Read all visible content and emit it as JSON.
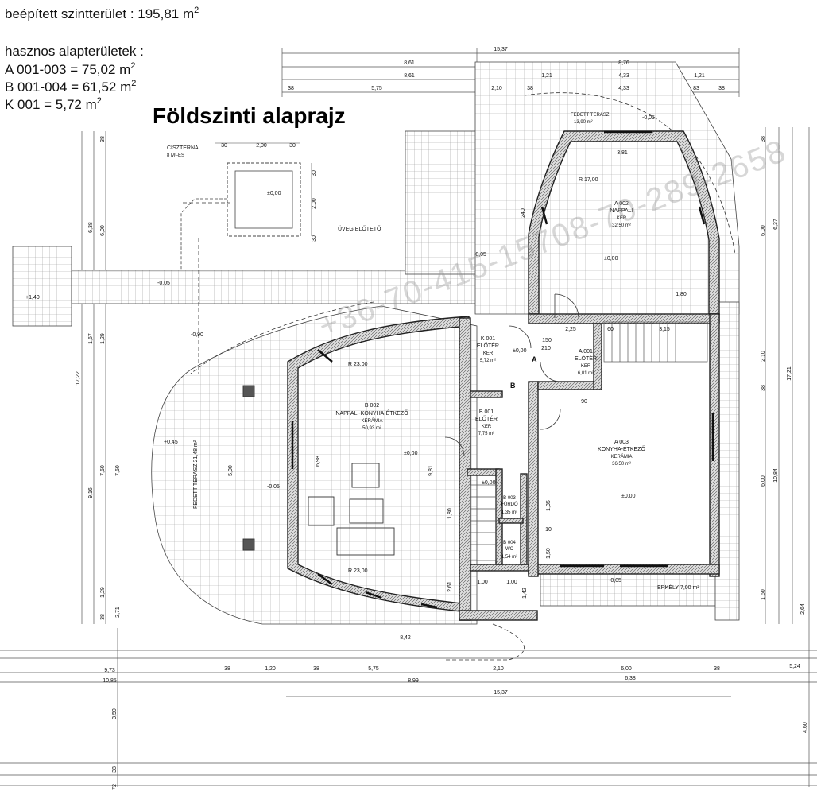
{
  "header": {
    "built_area": "beépített szintterület : 195,81 m",
    "useful_title": "hasznos alapterületek :",
    "area_a": "A 001-003 = 75,02 m",
    "area_b": "B 001-004 = 61,52 m",
    "area_k": "K 001 = 5,72 m",
    "sup": "2"
  },
  "plan_title": "Földszinti alaprajz",
  "watermark": "+36-70-415-15708-70-289-2658",
  "rooms": {
    "a002": {
      "code": "A 002",
      "name": "NAPPALI",
      "floor": "KER",
      "area": "32,50 m²"
    },
    "a001": {
      "code": "A 001",
      "name": "ELŐTÉR",
      "floor": "KER",
      "area": "6,01 m²"
    },
    "a003": {
      "code": "A 003",
      "name": "KONYHA-ÉTKEZŐ",
      "floor": "KERÁMIA",
      "area": "36,50 m²"
    },
    "k001": {
      "code": "K 001",
      "name": "ELŐTÉR",
      "floor": "KER",
      "area": "5,72 m²"
    },
    "b001": {
      "code": "B 001",
      "name": "ELŐTÉR",
      "floor": "KER",
      "area": "7,75 m²"
    },
    "b002": {
      "code": "B 002",
      "name": "NAPPALI-KONYHA-ÉTKEZŐ",
      "floor": "KERÁMIA",
      "area": "50,93 m²"
    },
    "b003": {
      "code": "B 003",
      "name": "FÜRDŐ",
      "area": "1,35 m²"
    },
    "b004": {
      "code": "B 004",
      "name": "WC",
      "area": "1,54 m²"
    }
  },
  "labels": {
    "ciszterna": "CISZTERNA",
    "ciszterna_vol": "8 M³-ES",
    "uveg": "ÜVEG ELŐTETŐ",
    "fedett_terasz": "FEDETT TERASZ",
    "fedett_terasz_area": "13,90 m²",
    "fedett_terasz_left": "FEDETT TERASZ 21,48 m²",
    "erkely": "ERKÉLY 7,00 m²",
    "entry_a": "A",
    "entry_b": "B",
    "r17": "R 17,00",
    "r23a": "R 23,00",
    "r23b": "R 23,00"
  },
  "levels": [
    "±0,00",
    "±0,00",
    "±0,00",
    "±0,00",
    "±0,00",
    "±0,00",
    "-0,05",
    "-0,05",
    "-0,05",
    "-0,05",
    "-0,90",
    "+0,45",
    "+1,40",
    "-0,05"
  ],
  "dimensions": {
    "top": [
      "15,37",
      "8,61",
      "8,61",
      "8,76",
      "1,21",
      "4,33",
      "4,33",
      "1,21",
      "38",
      "5,75",
      "2,10",
      "38",
      "83",
      "38"
    ],
    "bottom": [
      "38",
      "1,20",
      "38",
      "5,75",
      "2,10",
      "6,00",
      "38",
      "8,99",
      "6,38",
      "15,37",
      "10,85",
      "9,73",
      "5,24",
      "8,42"
    ],
    "left": [
      "6,38",
      "6,00",
      "38",
      "1,67",
      "1,29",
      "17,22",
      "9,16",
      "7,50",
      "7,50",
      "1,29",
      "38",
      "2,71",
      "3,50",
      "72",
      "38"
    ],
    "right": [
      "6,00",
      "6,37",
      "38",
      "2,10",
      "17,21",
      "10,84",
      "6,00",
      "1,60",
      "2,64",
      "4,60",
      "38"
    ],
    "ciszterna": [
      "30",
      "2,00",
      "30",
      "30",
      "2,00",
      "30"
    ],
    "inner": [
      "3,81",
      "1,80",
      "2,25",
      "3,15",
      "9,81",
      "6,98",
      "5,00",
      "1,80",
      "2,61",
      "1,00",
      "1,00",
      "1,42",
      "1,50",
      "1,35",
      "10",
      "240",
      "210",
      "150",
      "90",
      "60"
    ]
  }
}
